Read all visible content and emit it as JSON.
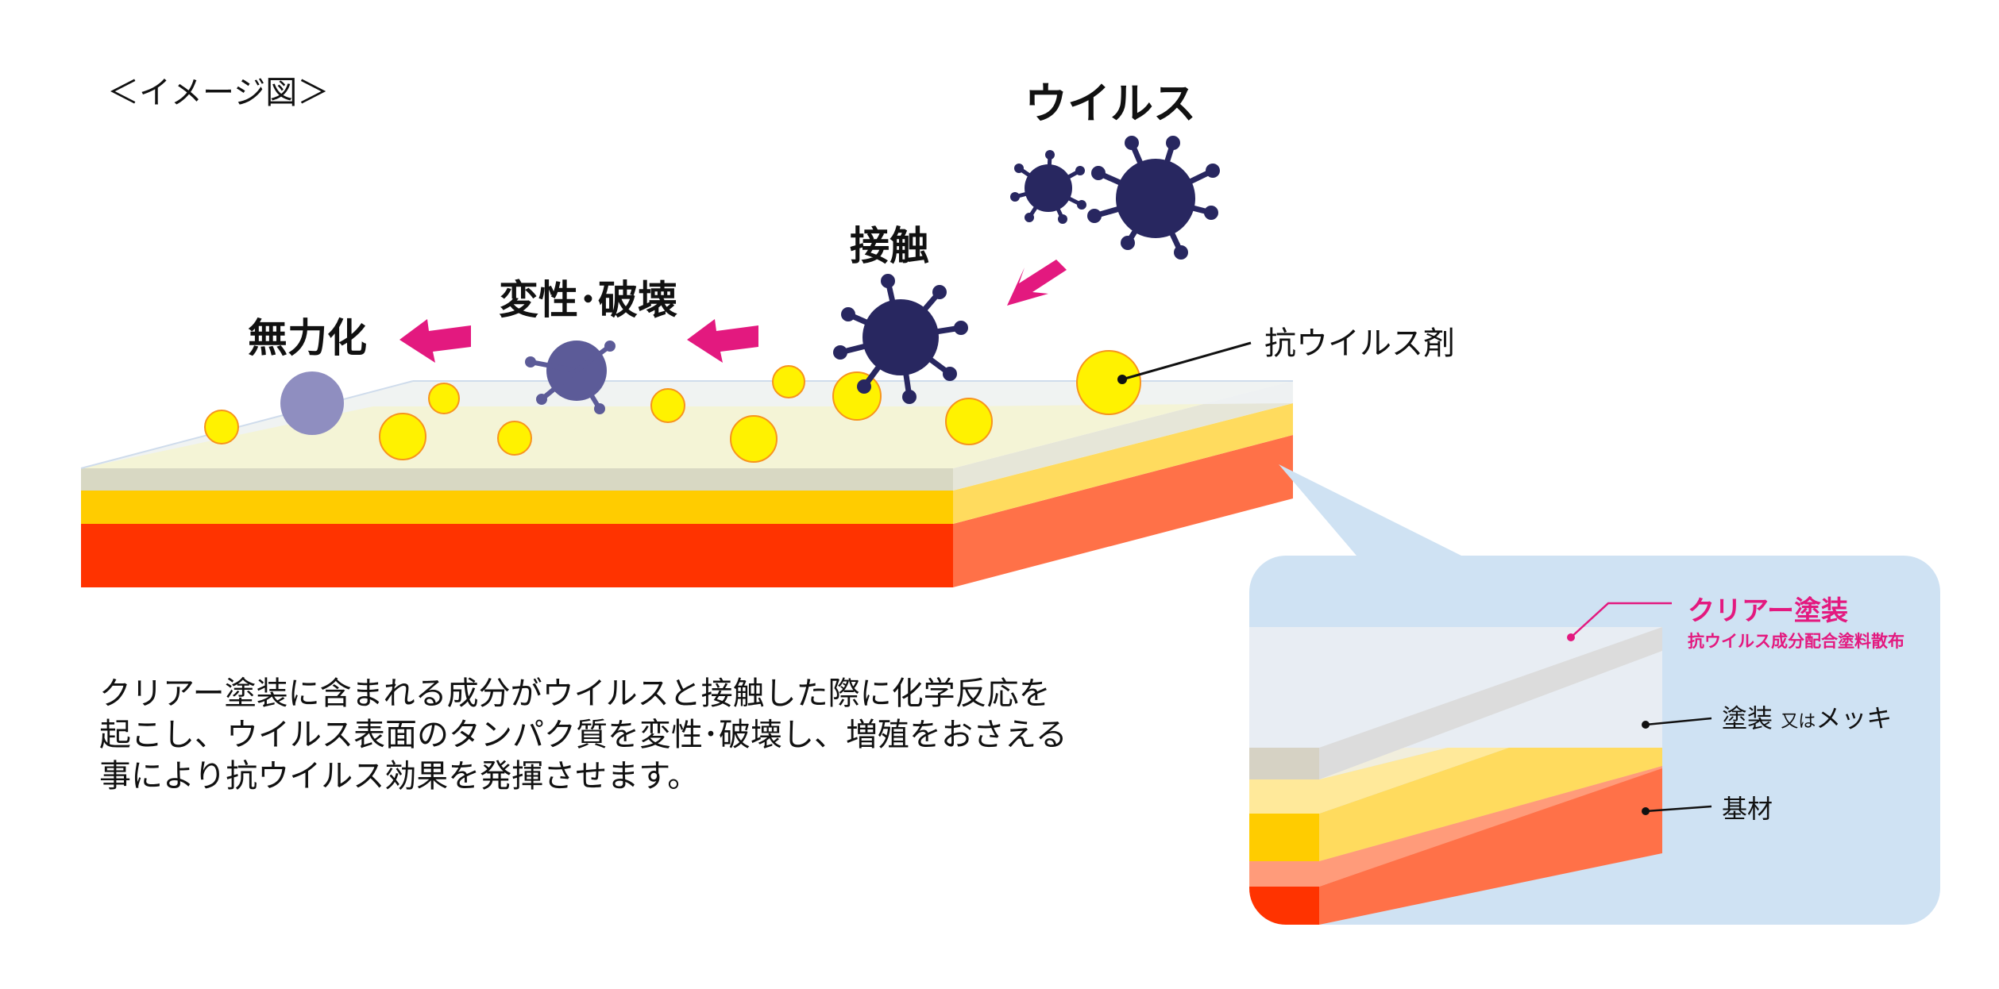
{
  "image_label": "＜イメージ図＞",
  "labels": {
    "virus": "ウイルス",
    "contact": "接触",
    "denature": "変性･破壊",
    "inactivate": "無力化",
    "antiviral_agent": "抗ウイルス剤"
  },
  "description": [
    "クリアー塗装に含まれる成分がウイルスと接触した際に化学反応を",
    "起こし、ウイルス表面のタンパク質を変性･破壊し、増殖をおさえる",
    "事により抗ウイルス効果を発揮させます。"
  ],
  "callout": {
    "clear_coat": "クリアー塗装",
    "clear_coat_sub": "抗ウイルス成分配合塗料散布",
    "coating_main": "塗装",
    "coating_or": "又は",
    "coating_plating": "メッキ",
    "substrate": "基材"
  },
  "colors": {
    "virus_dark": "#282760",
    "virus_mid": "#5c5b98",
    "virus_faded": "#8f8ec0",
    "arrow": "#e3197f",
    "antiviral_particle": "#fff200",
    "particle_outline": "#f7941d",
    "clear_layer": "#e8edf3",
    "coating_front": "#ffcc00",
    "coating_side": "#ffdb5e",
    "substrate_front": "#ff3300",
    "substrate_side": "#ff7148",
    "callout_bg": "#cfe2f3"
  },
  "icons": [
    "virus-icon",
    "arrow-left-icon",
    "arrow-down-left-icon",
    "antiviral-particle-icon"
  ]
}
